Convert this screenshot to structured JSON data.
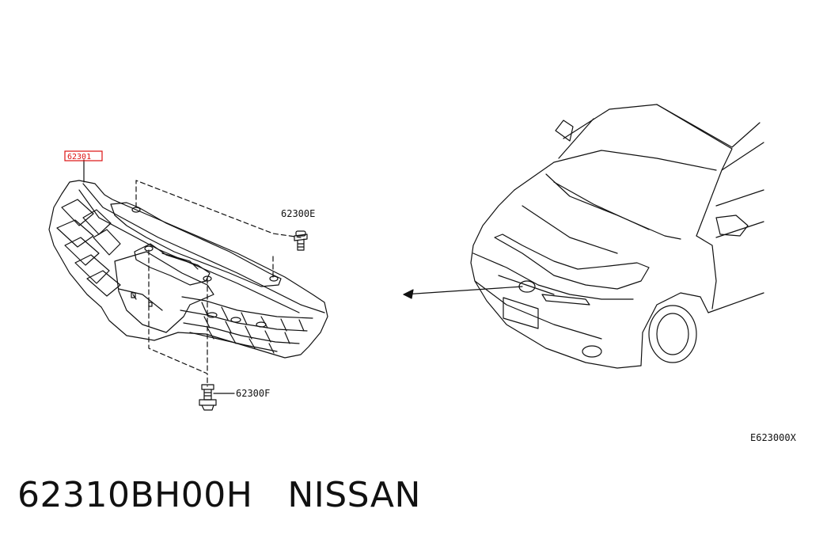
{
  "diagram": {
    "callouts": {
      "grille": "62301",
      "clip_top": "62300E",
      "clip_bottom": "62300F"
    },
    "figure_code": "E623000X",
    "callout_color": "#dd1111"
  },
  "caption": {
    "part_number": "62310BH00H",
    "brand": "NISSAN"
  }
}
